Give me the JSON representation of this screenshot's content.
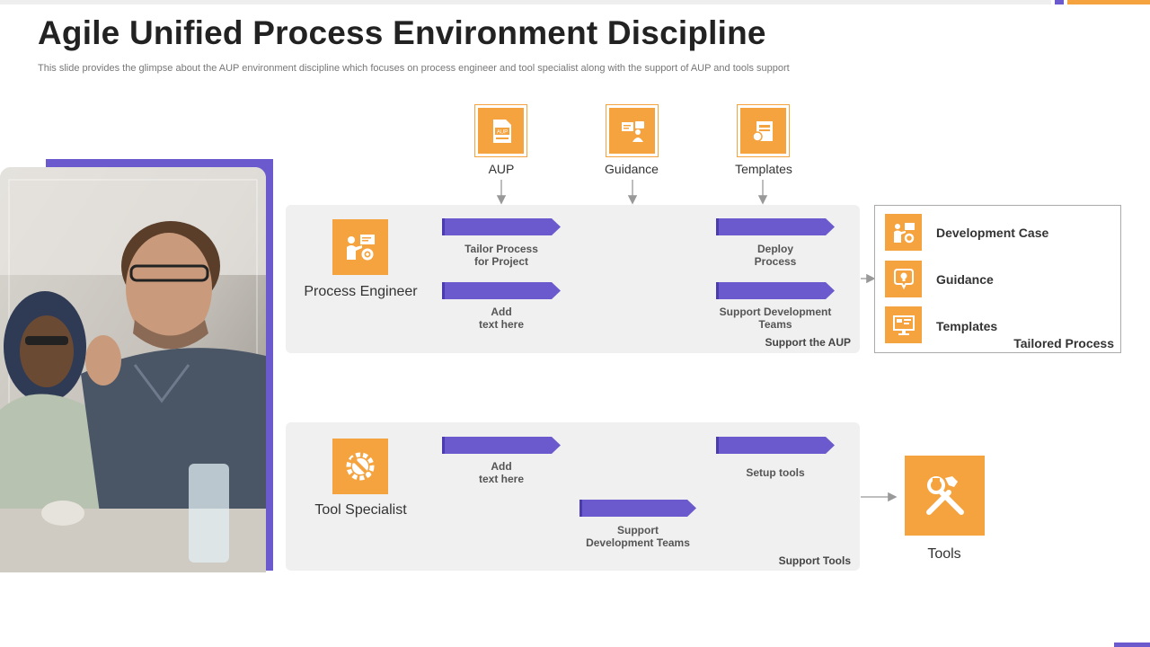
{
  "header": {
    "title": "Agile Unified Process Environment Discipline",
    "subtitle": "This slide provides the glimpse about the AUP environment discipline which focuses on process engineer and tool specialist along with the support of AUP and tools support"
  },
  "inputs": [
    {
      "label": "AUP",
      "icon": "aup-document-icon"
    },
    {
      "label": "Guidance",
      "icon": "guidance-presentation-icon"
    },
    {
      "label": "Templates",
      "icon": "templates-icon"
    }
  ],
  "process_engineer": {
    "role": "Process Engineer",
    "icon": "engineer-presentation-icon",
    "steps": {
      "tailor": [
        "Tailor Process",
        "for Project"
      ],
      "add": [
        "Add",
        "text here"
      ],
      "deploy": [
        "Deploy",
        "Process"
      ],
      "support": [
        "Support Development",
        "Teams"
      ]
    },
    "corner_label": "Support the AUP"
  },
  "tool_specialist": {
    "role": "Tool Specialist",
    "icon": "gear-wrench-icon",
    "steps": {
      "add": [
        "Add",
        "text here"
      ],
      "setup": [
        "Setup tools"
      ],
      "support": [
        "Support",
        "Development Teams"
      ]
    },
    "corner_label": "Support Tools"
  },
  "tailored_process": {
    "items": [
      {
        "label": "Development Case",
        "icon": "development-case-icon"
      },
      {
        "label": "Guidance",
        "icon": "guidance-idea-icon"
      },
      {
        "label": "Templates",
        "icon": "templates-dashboard-icon"
      }
    ],
    "caption": "Tailored Process"
  },
  "tools": {
    "label": "Tools",
    "icon": "tools-icon"
  },
  "colors": {
    "accent": "#6a5acd",
    "orange": "#f5a33f",
    "panel": "#f0f0f0"
  }
}
